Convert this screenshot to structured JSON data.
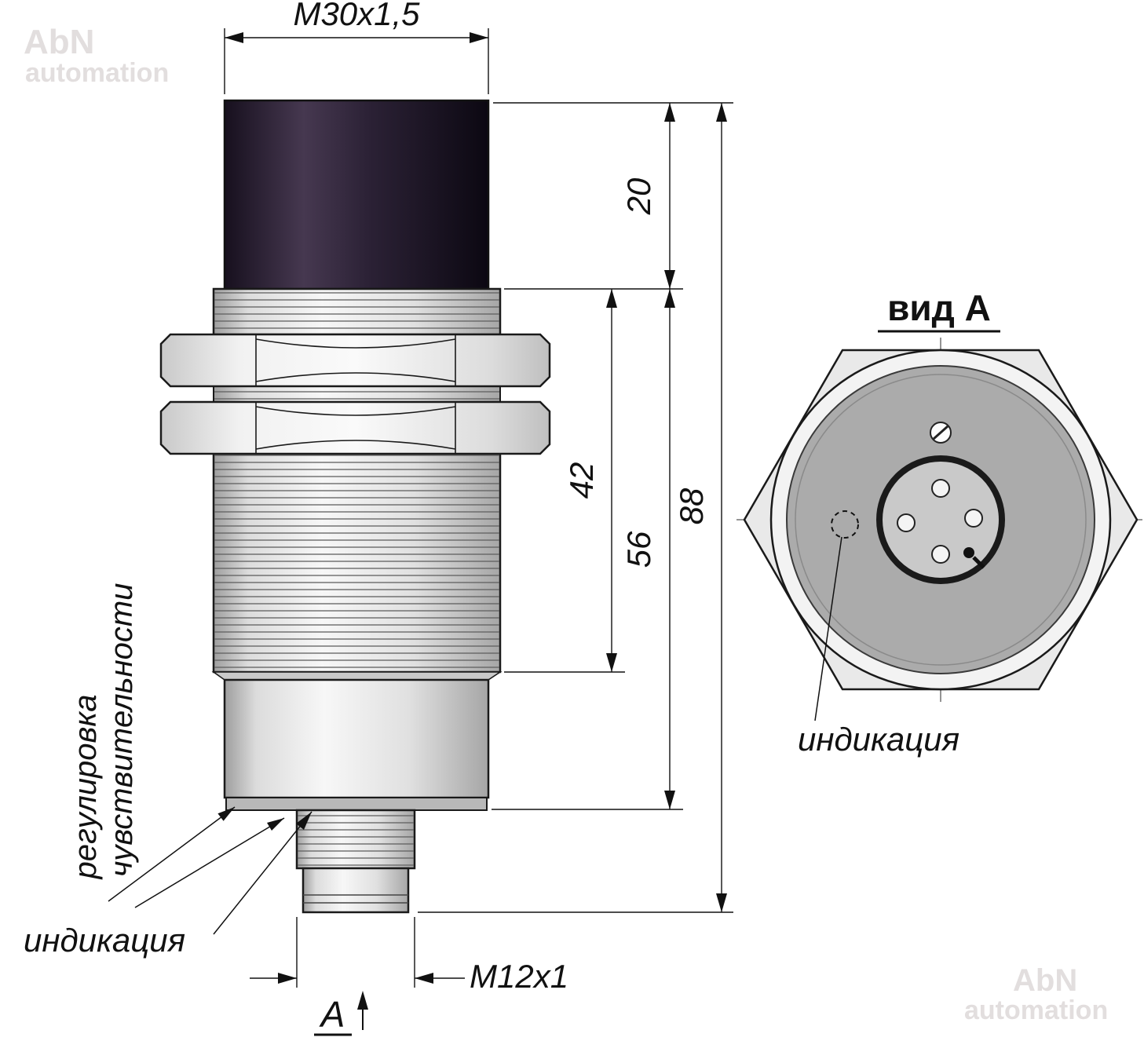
{
  "drawing": {
    "watermark": {
      "line1": "AbN",
      "line2": "automation"
    },
    "main_view": {
      "dim_thread": "M30x1,5",
      "dim_cap": "20",
      "dim_thread_len": "42",
      "dim_body": "56",
      "dim_total": "88",
      "dim_connector": "M12x1",
      "label_adjust_1": "регулировка",
      "label_adjust_2": "чувствительности",
      "label_indication": "индикация",
      "view_marker": "A"
    },
    "end_view": {
      "title": "вид А",
      "label_indication": "индикация"
    }
  }
}
